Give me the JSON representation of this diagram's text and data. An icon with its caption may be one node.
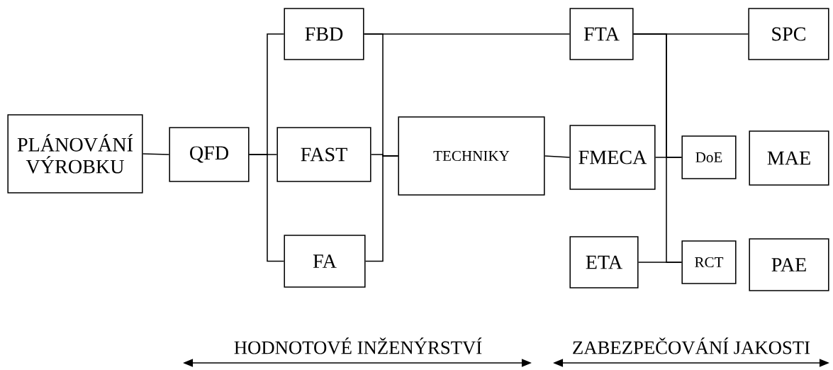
{
  "diagram": {
    "nodes": [
      {
        "text": [
          "PLÁNOVÁNÍ VÝROBKU"
        ]
      },
      {
        "text": [
          "QFD"
        ]
      },
      {
        "text": [
          "FBD"
        ]
      },
      {
        "text": [
          "FAST"
        ]
      },
      {
        "text": [
          "FA"
        ]
      },
      {
        "text": [
          "TECHNIKY"
        ]
      },
      {
        "text": [
          "FTA"
        ]
      },
      {
        "text": [
          "SPC"
        ]
      },
      {
        "text": [
          "FMECA"
        ]
      },
      {
        "text": [
          "DoE"
        ]
      },
      {
        "text": [
          "MAE"
        ]
      },
      {
        "text": [
          "ETA"
        ]
      },
      {
        "text": [
          "RCT"
        ]
      },
      {
        "text": [
          "PAE"
        ]
      }
    ],
    "edges": [
      {
        "from": 0,
        "to": 1,
        "arrow": "none"
      },
      {
        "from": 1,
        "to": 2,
        "arrow": "none"
      },
      {
        "from": 1,
        "to": 3,
        "arrow": "none"
      },
      {
        "from": 1,
        "to": 4,
        "arrow": "none"
      },
      {
        "from": 2,
        "to": 5,
        "arrow": "none"
      },
      {
        "from": 3,
        "to": 5,
        "arrow": "none"
      },
      {
        "from": 4,
        "to": 5,
        "arrow": "none"
      },
      {
        "from": 2,
        "to": 6,
        "arrow": "none"
      },
      {
        "from": 5,
        "to": 8,
        "arrow": "none"
      },
      {
        "from": 6,
        "to": 7,
        "arrow": "none"
      },
      {
        "from": 8,
        "to": 9,
        "arrow": "none"
      },
      {
        "from": 11,
        "to": 12,
        "arrow": "none"
      },
      {
        "from": 6,
        "to": 9,
        "arrow": "none"
      },
      {
        "from": 6,
        "to": 12,
        "arrow": "none"
      }
    ],
    "labels": [
      "HODNOTOVÉ INŽENÝRSTVÍ",
      "ZABEZPEČOVÁNÍ JAKOSTI"
    ]
  }
}
